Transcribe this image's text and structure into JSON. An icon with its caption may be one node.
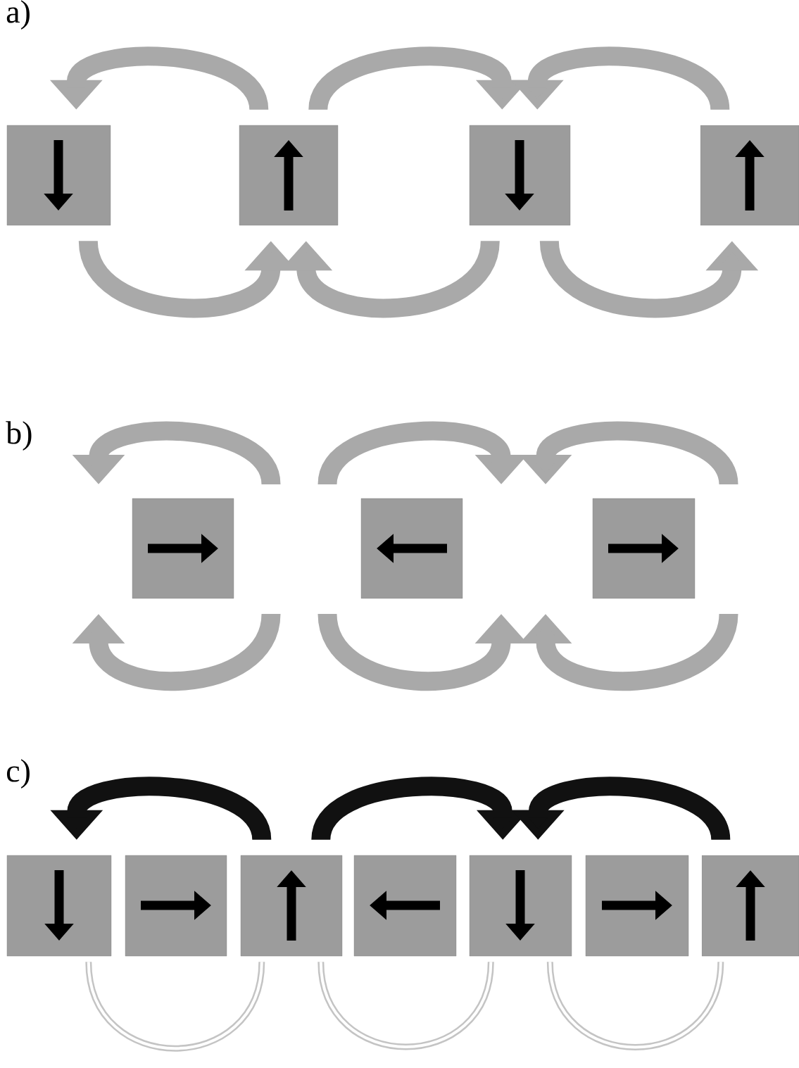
{
  "diagram": {
    "nodes": [
      {
        "text": [],
        "shape": "box"
      },
      {
        "text": [],
        "shape": "box"
      },
      {
        "text": [],
        "shape": "box"
      },
      {
        "text": [],
        "shape": "box"
      },
      {
        "text": [],
        "shape": "box"
      },
      {
        "text": [],
        "shape": "box"
      },
      {
        "text": [],
        "shape": "box"
      },
      {
        "text": [],
        "shape": "box"
      },
      {
        "text": [],
        "shape": "box"
      },
      {
        "text": [],
        "shape": "box"
      },
      {
        "text": [],
        "shape": "box"
      },
      {
        "text": [],
        "shape": "box"
      },
      {
        "text": [],
        "shape": "box"
      },
      {
        "text": [],
        "shape": "box"
      }
    ],
    "edges": [
      {
        "from": 1,
        "to": 0,
        "arrow": "to"
      },
      {
        "from": 1,
        "to": 2,
        "arrow": "to"
      },
      {
        "from": 3,
        "to": 2,
        "arrow": "to"
      },
      {
        "from": 0,
        "to": 1,
        "arrow": "to"
      },
      {
        "from": 2,
        "to": 1,
        "arrow": "to"
      },
      {
        "from": 2,
        "to": 3,
        "arrow": "to"
      },
      {
        "from": 9,
        "to": 7,
        "arrow": "to",
        "color": "#111111"
      },
      {
        "from": 9,
        "to": 11,
        "arrow": "to",
        "color": "#111111"
      },
      {
        "from": 13,
        "to": 11,
        "arrow": "to",
        "color": "#111111"
      },
      {
        "from": 7,
        "to": 9,
        "arrow": "none",
        "color": "#c4c4c4"
      },
      {
        "from": 9,
        "to": 11,
        "arrow": "none",
        "color": "#c4c4c4"
      },
      {
        "from": 11,
        "to": 13,
        "arrow": "none",
        "color": "#c4c4c4"
      }
    ],
    "labels": [
      "a)",
      "b)",
      "c)"
    ]
  }
}
